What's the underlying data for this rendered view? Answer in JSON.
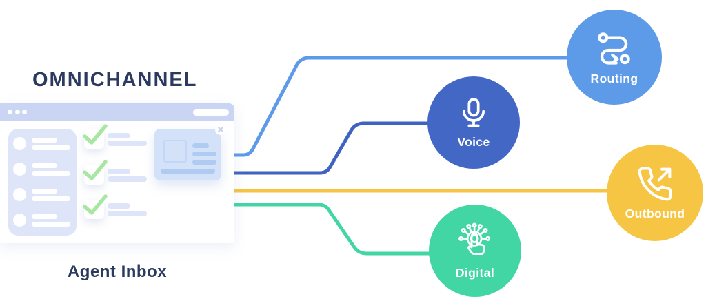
{
  "title": "OMNICHANNEL",
  "window": {
    "caption": "Agent Inbox",
    "titlebar_dots": 3,
    "sidebar_items": 4,
    "checked_tasks": 3
  },
  "colors": {
    "navy": "#2B3A5E",
    "routing_blue": "#5D9BE8",
    "voice_blue": "#4267C5",
    "outbound_yellow": "#F6C544",
    "digital_green": "#41D6A4",
    "window_header": "#C9D5F2",
    "panel_lavender": "#DEE5F9",
    "modal_blue": "#D3E2F9",
    "check_green": "#A9E6A3",
    "voice_line_blue": "#3F63C1"
  },
  "nodes": [
    {
      "label": "Routing",
      "color": "#5D9BE8",
      "icon": "route-icon"
    },
    {
      "label": "Voice",
      "color": "#4267C5",
      "icon": "microphone-icon"
    },
    {
      "label": "Outbound",
      "color": "#F6C544",
      "icon": "phone-outgoing-icon"
    },
    {
      "label": "Digital",
      "color": "#41D6A4",
      "icon": "digital-touch-icon"
    }
  ],
  "connectors": [
    {
      "to": "Routing",
      "color": "#5D9BE8"
    },
    {
      "to": "Voice",
      "color": "#3F63C1"
    },
    {
      "to": "Outbound",
      "color": "#F6C544"
    },
    {
      "to": "Digital",
      "color": "#41D6A4"
    }
  ]
}
